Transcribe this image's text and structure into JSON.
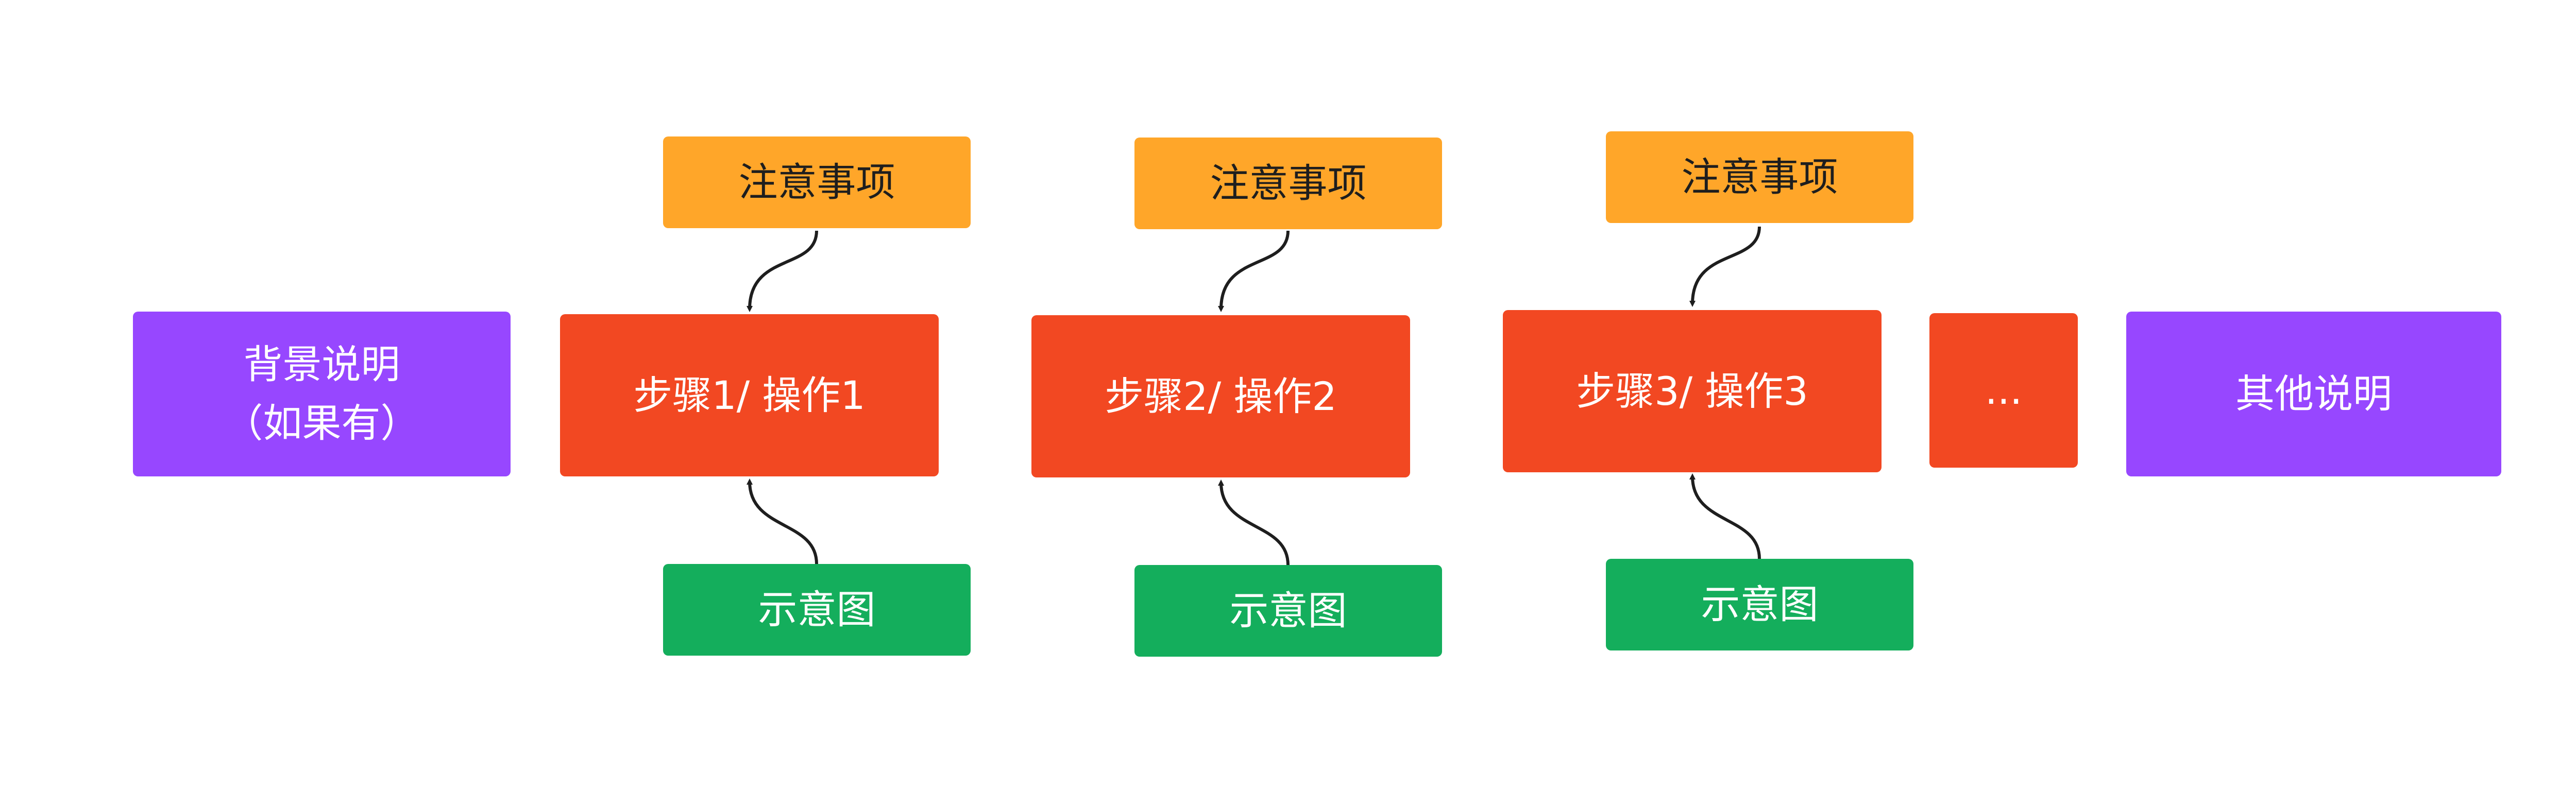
{
  "colors": {
    "background_node": "#9747ff",
    "step_node": "#f24822",
    "note_node": "#ffa629",
    "image_node": "#14ae5c",
    "connector": "#1e1e1e"
  },
  "background": {
    "line1": "背景说明",
    "line2": "（如果有）"
  },
  "steps": [
    {
      "label": "步骤1/ 操作1",
      "note": "注意事项",
      "image": "示意图"
    },
    {
      "label": "步骤2/ 操作2",
      "note": "注意事项",
      "image": "示意图"
    },
    {
      "label": "步骤3/ 操作3",
      "note": "注意事项",
      "image": "示意图"
    }
  ],
  "ellipsis": "...",
  "other": "其他说明"
}
